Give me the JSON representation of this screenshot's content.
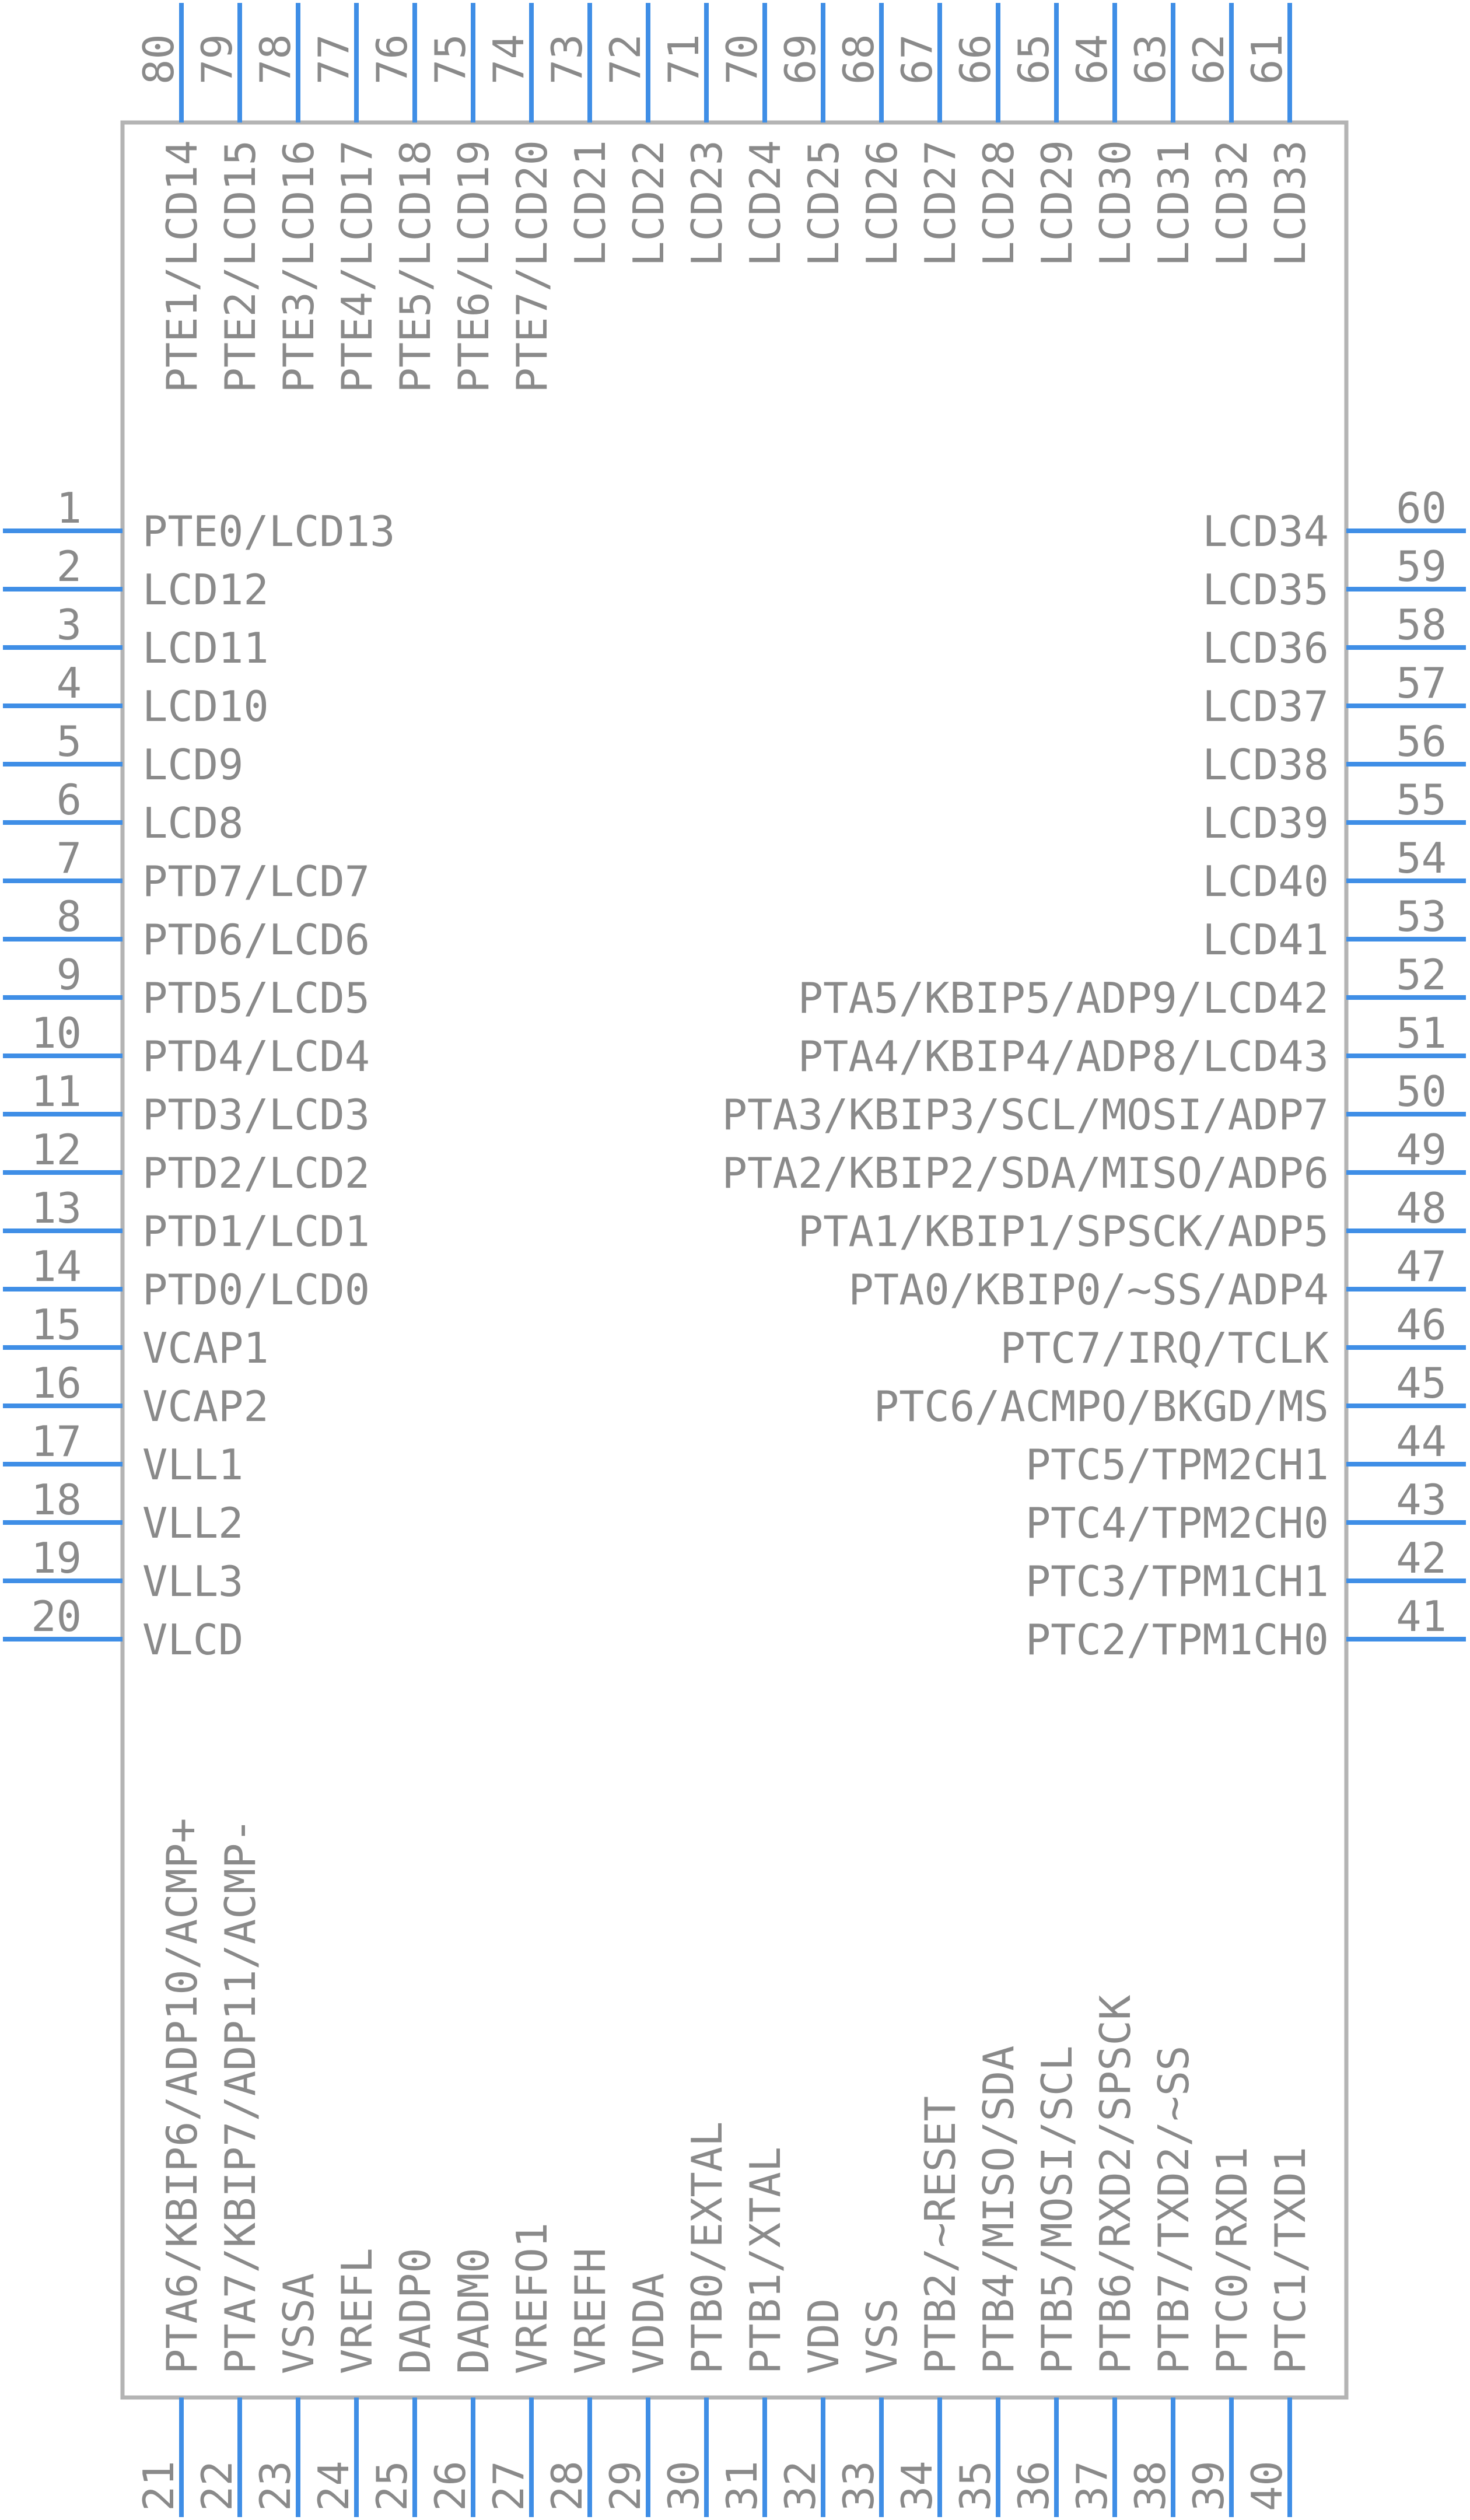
{
  "colors": {
    "pin_line": "#3f8ee6",
    "body_outline": "#b4b4b4",
    "text": "#8a8a8a"
  },
  "left_pins": [
    {
      "number": "1",
      "name": "PTE0/LCD13"
    },
    {
      "number": "2",
      "name": "LCD12"
    },
    {
      "number": "3",
      "name": "LCD11"
    },
    {
      "number": "4",
      "name": "LCD10"
    },
    {
      "number": "5",
      "name": "LCD9"
    },
    {
      "number": "6",
      "name": "LCD8"
    },
    {
      "number": "7",
      "name": "PTD7/LCD7"
    },
    {
      "number": "8",
      "name": "PTD6/LCD6"
    },
    {
      "number": "9",
      "name": "PTD5/LCD5"
    },
    {
      "number": "10",
      "name": "PTD4/LCD4"
    },
    {
      "number": "11",
      "name": "PTD3/LCD3"
    },
    {
      "number": "12",
      "name": "PTD2/LCD2"
    },
    {
      "number": "13",
      "name": "PTD1/LCD1"
    },
    {
      "number": "14",
      "name": "PTD0/LCD0"
    },
    {
      "number": "15",
      "name": "VCAP1"
    },
    {
      "number": "16",
      "name": "VCAP2"
    },
    {
      "number": "17",
      "name": "VLL1"
    },
    {
      "number": "18",
      "name": "VLL2"
    },
    {
      "number": "19",
      "name": "VLL3"
    },
    {
      "number": "20",
      "name": "VLCD"
    }
  ],
  "bottom_pins": [
    {
      "number": "21",
      "name": "PTA6/KBIP6/ADP10/ACMP+"
    },
    {
      "number": "22",
      "name": "PTA7/KBIP7/ADP11/ACMP-"
    },
    {
      "number": "23",
      "name": "VSSA"
    },
    {
      "number": "24",
      "name": "VREFL"
    },
    {
      "number": "25",
      "name": "DADP0"
    },
    {
      "number": "26",
      "name": "DADM0"
    },
    {
      "number": "27",
      "name": "VREFO1"
    },
    {
      "number": "28",
      "name": "VREFH"
    },
    {
      "number": "29",
      "name": "VDDA"
    },
    {
      "number": "30",
      "name": "PTB0/EXTAL"
    },
    {
      "number": "31",
      "name": "PTB1/XTAL"
    },
    {
      "number": "32",
      "name": "VDD"
    },
    {
      "number": "33",
      "name": "VSS"
    },
    {
      "number": "34",
      "name": "PTB2/~RESET"
    },
    {
      "number": "35",
      "name": "PTB4/MISO/SDA"
    },
    {
      "number": "36",
      "name": "PTB5/MOSI/SCL"
    },
    {
      "number": "37",
      "name": "PTB6/RXD2/SPSCK"
    },
    {
      "number": "38",
      "name": "PTB7/TXD2/~SS"
    },
    {
      "number": "39",
      "name": "PTC0/RXD1"
    },
    {
      "number": "40",
      "name": "PTC1/TXD1"
    }
  ],
  "right_pins": [
    {
      "number": "41",
      "name": "PTC2/TPM1CH0"
    },
    {
      "number": "42",
      "name": "PTC3/TPM1CH1"
    },
    {
      "number": "43",
      "name": "PTC4/TPM2CH0"
    },
    {
      "number": "44",
      "name": "PTC5/TPM2CH1"
    },
    {
      "number": "45",
      "name": "PTC6/ACMPO/BKGD/MS"
    },
    {
      "number": "46",
      "name": "PTC7/IRQ/TCLK"
    },
    {
      "number": "47",
      "name": "PTA0/KBIP0/~SS/ADP4"
    },
    {
      "number": "48",
      "name": "PTA1/KBIP1/SPSCK/ADP5"
    },
    {
      "number": "49",
      "name": "PTA2/KBIP2/SDA/MISO/ADP6"
    },
    {
      "number": "50",
      "name": "PTA3/KBIP3/SCL/MOSI/ADP7"
    },
    {
      "number": "51",
      "name": "PTA4/KBIP4/ADP8/LCD43"
    },
    {
      "number": "52",
      "name": "PTA5/KBIP5/ADP9/LCD42"
    },
    {
      "number": "53",
      "name": "LCD41"
    },
    {
      "number": "54",
      "name": "LCD40"
    },
    {
      "number": "55",
      "name": "LCD39"
    },
    {
      "number": "56",
      "name": "LCD38"
    },
    {
      "number": "57",
      "name": "LCD37"
    },
    {
      "number": "58",
      "name": "LCD36"
    },
    {
      "number": "59",
      "name": "LCD35"
    },
    {
      "number": "60",
      "name": "LCD34"
    }
  ],
  "top_pins": [
    {
      "number": "61",
      "name": "LCD33"
    },
    {
      "number": "62",
      "name": "LCD32"
    },
    {
      "number": "63",
      "name": "LCD31"
    },
    {
      "number": "64",
      "name": "LCD30"
    },
    {
      "number": "65",
      "name": "LCD29"
    },
    {
      "number": "66",
      "name": "LCD28"
    },
    {
      "number": "67",
      "name": "LCD27"
    },
    {
      "number": "68",
      "name": "LCD26"
    },
    {
      "number": "69",
      "name": "LCD25"
    },
    {
      "number": "70",
      "name": "LCD24"
    },
    {
      "number": "71",
      "name": "LCD23"
    },
    {
      "number": "72",
      "name": "LCD22"
    },
    {
      "number": "73",
      "name": "LCD21"
    },
    {
      "number": "74",
      "name": "PTE7/LCD20"
    },
    {
      "number": "75",
      "name": "PTE6/LCD19"
    },
    {
      "number": "76",
      "name": "PTE5/LCD18"
    },
    {
      "number": "77",
      "name": "PTE4/LCD17"
    },
    {
      "number": "78",
      "name": "PTE3/LCD16"
    },
    {
      "number": "79",
      "name": "PTE2/LCD15"
    },
    {
      "number": "80",
      "name": "PTE1/LCD14"
    }
  ]
}
